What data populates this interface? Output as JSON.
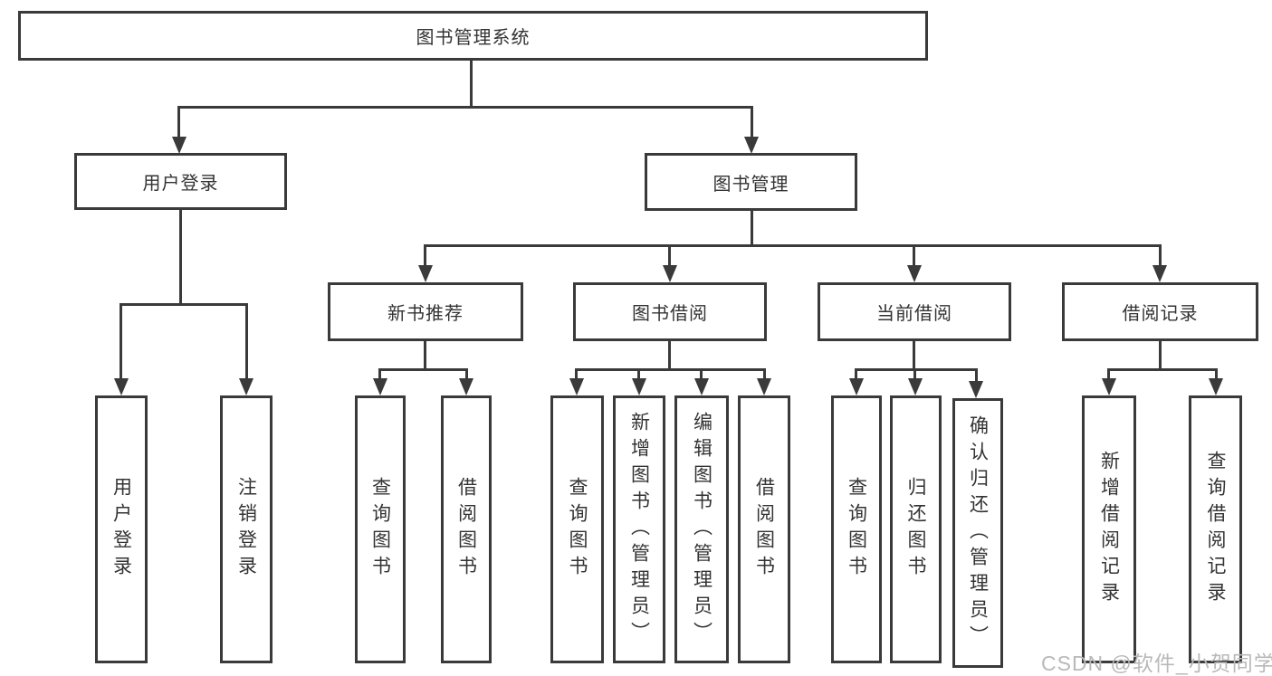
{
  "diagram": {
    "root": "图书管理系统",
    "level2": {
      "user_login": "用户登录",
      "book_mgmt": "图书管理"
    },
    "level3": {
      "new_book_rec": "新书推荐",
      "book_borrow": "图书借阅",
      "current_borrow": "当前借阅",
      "borrow_records": "借阅记录"
    },
    "leaves": {
      "user_login": [
        "用户登录",
        "注销登录"
      ],
      "new_book_rec": [
        "查询图书",
        "借阅图书"
      ],
      "book_borrow": [
        "查询图书",
        "新增图书（管理员）",
        "编辑图书（管理员）",
        "借阅图书"
      ],
      "current_borrow": [
        "查询图书",
        "归还图书",
        "确认归还（管理员）"
      ],
      "borrow_records": [
        "新增借阅记录",
        "查询借阅记录"
      ]
    }
  },
  "watermark": "CSDN @软件_小贺同学",
  "colors": {
    "line": "#3a3a3a",
    "text": "#333333",
    "watermark": "#b9b9b9",
    "background": "#ffffff"
  }
}
